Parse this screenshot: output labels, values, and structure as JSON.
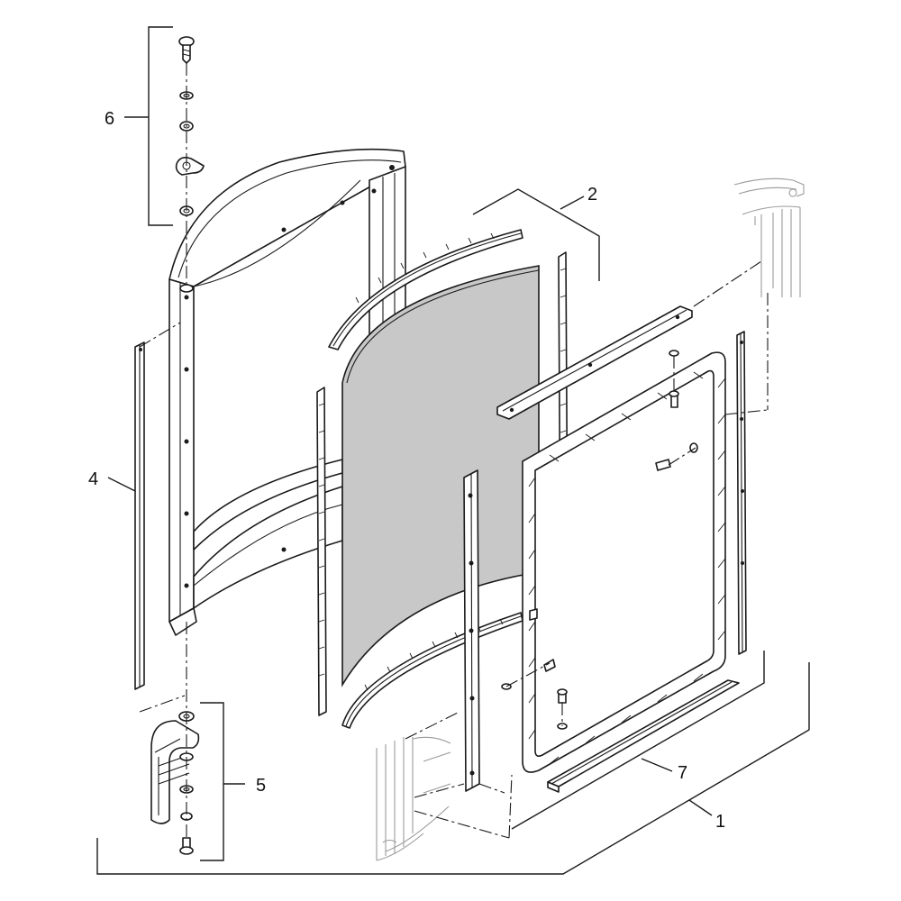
{
  "callouts": [
    {
      "id": "1",
      "label": "1"
    },
    {
      "id": "2",
      "label": "2"
    },
    {
      "id": "4",
      "label": "4"
    },
    {
      "id": "5",
      "label": "5"
    },
    {
      "id": "6",
      "label": "6"
    },
    {
      "id": "7",
      "label": "7"
    }
  ],
  "colors": {
    "line": "#1a1a1a",
    "glass": "#c8c8c8",
    "ghost": "#9a9a9a",
    "background": "#ffffff"
  }
}
